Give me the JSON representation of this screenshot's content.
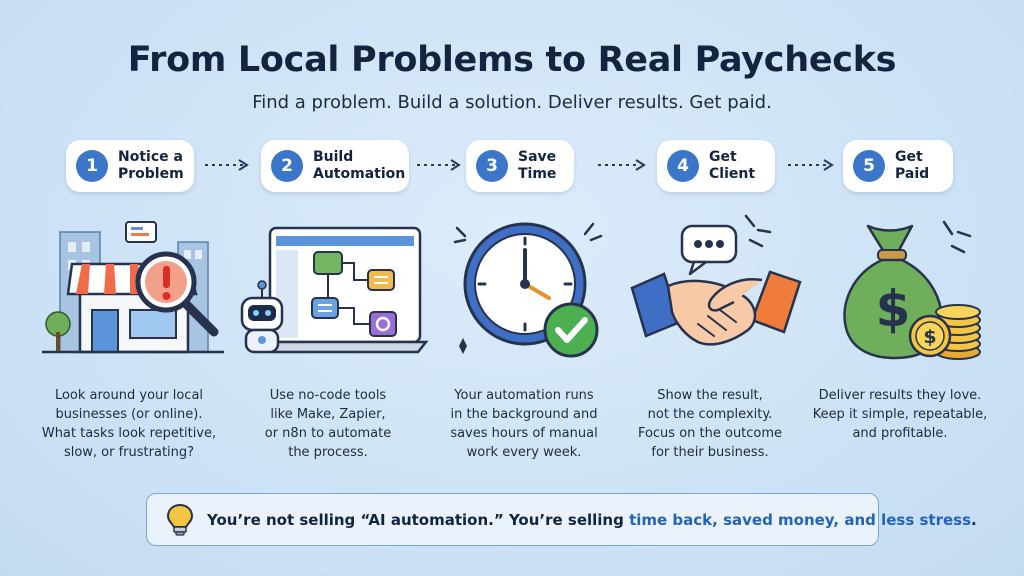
{
  "title": "From Local Problems to Real Paychecks",
  "subtitle": "Find a problem. Build a solution. Deliver results. Get paid.",
  "steps": [
    {
      "number": "1",
      "line1": "Notice a",
      "line2": "Problem",
      "desc": [
        "Look around your local",
        "businesses (or online).",
        "What tasks look repetitive,",
        "slow, or frustrating?"
      ]
    },
    {
      "number": "2",
      "line1": "Build",
      "line2": "Automation",
      "desc": [
        "Use no-code tools",
        "like Make, Zapier,",
        "or n8n to automate",
        "the process."
      ]
    },
    {
      "number": "3",
      "line1": "Save",
      "line2": "Time",
      "desc": [
        "Your automation runs",
        "in the background and",
        "saves hours of manual",
        "work every week."
      ]
    },
    {
      "number": "4",
      "line1": "Get",
      "line2": "Client",
      "desc": [
        "Show the result,",
        "not the complexity.",
        "Focus on the outcome",
        "for their business."
      ]
    },
    {
      "number": "5",
      "line1": "Get",
      "line2": "Paid",
      "desc": [
        "Deliver results they love.",
        "Keep it simple, repeatable,",
        "and profitable."
      ]
    }
  ],
  "icons": [
    "storefront-magnifier-icon",
    "laptop-robot-workflow-icon",
    "clock-checkmark-icon",
    "handshake-chat-icon",
    "money-bag-coins-icon"
  ],
  "callout": {
    "prefix": "You’re not selling “AI automation.” You’re selling ",
    "highlight": "time back, saved money, and less stress",
    "suffix": "."
  },
  "colors": {
    "accent": "#3b76c9",
    "highlight": "#2463b8",
    "background": "#cfe4f7"
  }
}
